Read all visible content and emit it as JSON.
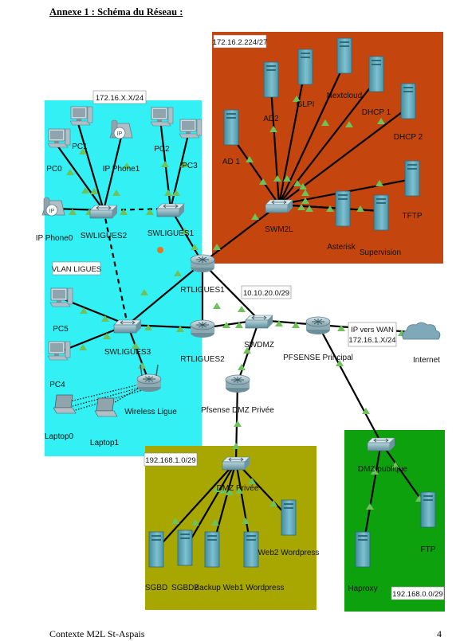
{
  "page": {
    "title": "Annexe 1 : Schéma du Réseau :",
    "footer_left": "Contexte M2L  St-Aspais",
    "footer_right": "4"
  },
  "colors": {
    "ligues_zone": "#33f0f4",
    "servers_zone": "#c5450f",
    "dmz_private_zone": "#a8a600",
    "dmz_public_zone": "#0ea10e",
    "link": "#000000",
    "link_up": "#6fc25a",
    "link_down": "#e8761d"
  },
  "zones": {
    "ligues": {
      "subnet": "172.16.X.X/24",
      "vlan": "VLAN LIGUES"
    },
    "servers": {
      "subnet": "172.16.2.224/27"
    },
    "dmz_private": {
      "subnet": "192.168.1.0/29"
    },
    "dmz_public": {
      "subnet": "192.168.0.0/29"
    },
    "transit": {
      "subnet": "10.10.20.0/29"
    },
    "wan": {
      "label": "IP vers WAN",
      "subnet": "172.16.1.X/24"
    }
  },
  "devices": {
    "pc0": "PC0",
    "pc1": "PC1",
    "pc2": "PC2",
    "pc3": "PC3",
    "pc4": "PC4",
    "pc5": "PC5",
    "ipphone0": "IP Phone0",
    "ipphone1": "IP Phone1",
    "swligues1": "SWLIGUES1",
    "swligues2": "SWLIGUES2",
    "swligues3": "SWLIGUES3",
    "rtligues1": "RTLIGUES1",
    "rtligues2": "RTLIGUES2",
    "wireless": "Wireless Ligue",
    "laptop0": "Laptop0",
    "laptop1": "Laptop1",
    "ad1": "AD 1",
    "ad2": "AD2",
    "glpi": "GLPI",
    "nextcloud": "Nextcloud",
    "dhcp1": "DHCP 1",
    "dhcp2": "DHCP 2",
    "tftp": "TFTP",
    "asterisk": "Asterisk",
    "supervision": "Supervision",
    "swm2l": "SWM2L",
    "swdmz": "SWDMZ",
    "pfsense_principal": "PFSENSE Principal",
    "internet": "Internet",
    "pfsense_dmz": "Pfsense DMZ Privée",
    "dmz_privee_switch": "DMZ Privée",
    "sgbd": "SGBD",
    "sgbd2": "SGBD2",
    "backup_web1": "Backup Web1 Wordpress",
    "web2": "Web2 Wordpress",
    "dmz_publique_switch": "DMZ publique",
    "ftp": "FTP",
    "haproxy": "Haproxy"
  }
}
